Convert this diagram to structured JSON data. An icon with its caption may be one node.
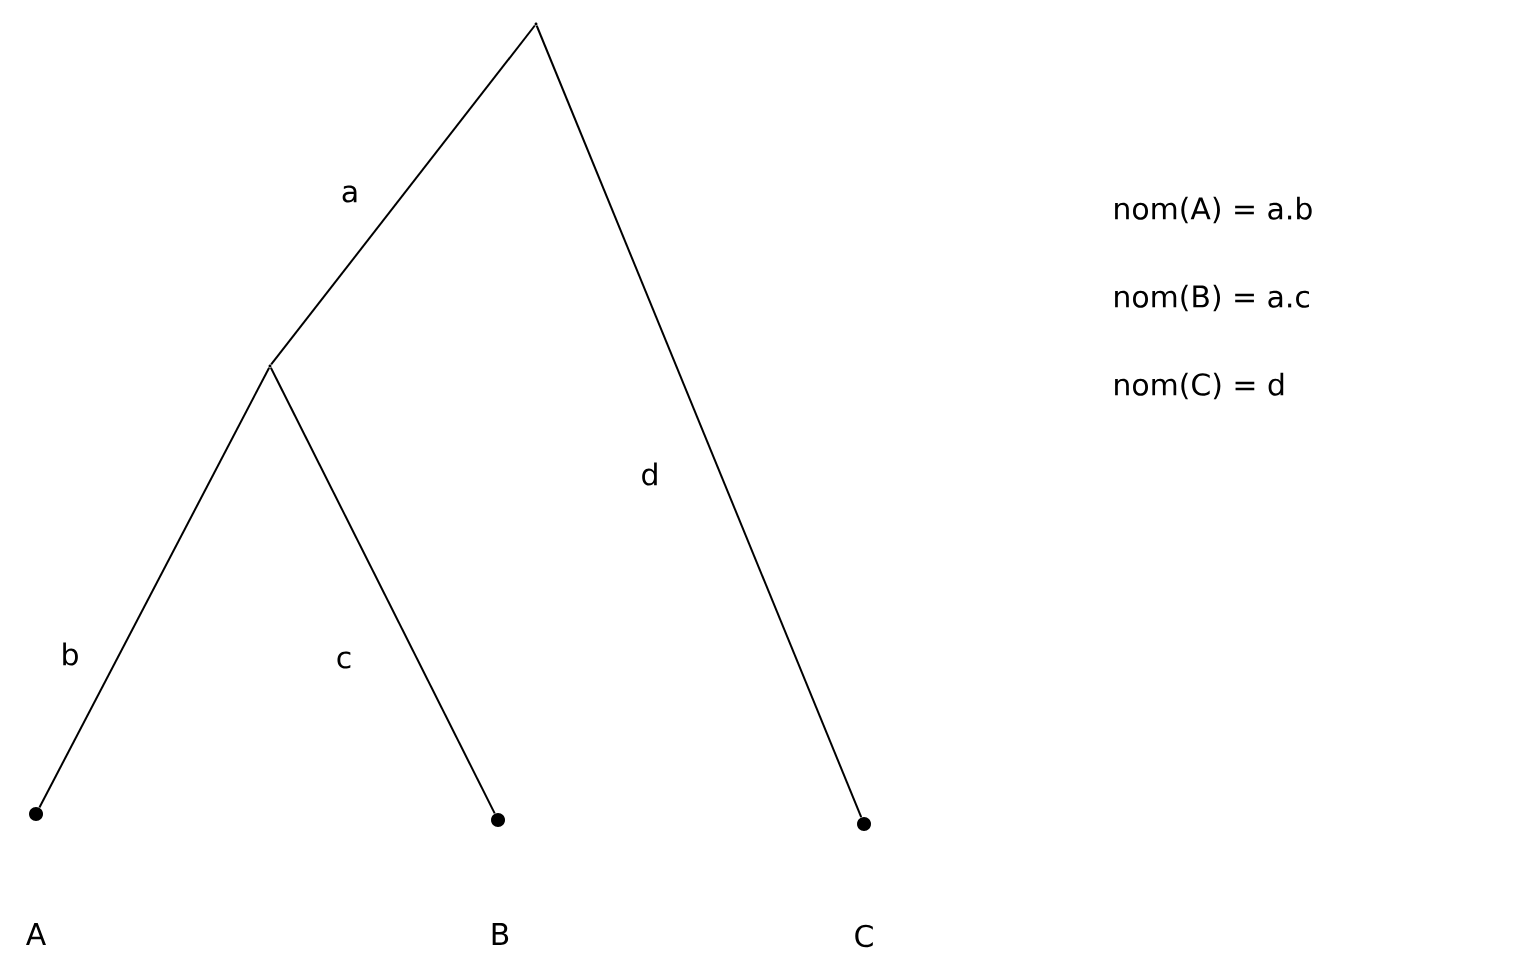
{
  "diagram": {
    "nodes": [
      {
        "text": [],
        "shape": "point"
      },
      {
        "text": [],
        "shape": "point"
      },
      {
        "text": [],
        "shape": "circle",
        "beside": [
          "A"
        ]
      },
      {
        "text": [],
        "shape": "circle",
        "beside": [
          "B"
        ]
      },
      {
        "text": [],
        "shape": "circle",
        "beside": [
          "C"
        ]
      }
    ],
    "edges": [
      {
        "from": 0,
        "to": 1,
        "arrow": "none",
        "label": "a"
      },
      {
        "from": 1,
        "to": 2,
        "arrow": "none",
        "label": "b"
      },
      {
        "from": 1,
        "to": 3,
        "arrow": "none",
        "label": "c"
      },
      {
        "from": 0,
        "to": 4,
        "arrow": "none",
        "label": "d"
      }
    ],
    "labels": [
      "nom(A) = a.b",
      "nom(B) = a.c",
      "nom(C) = d"
    ]
  }
}
